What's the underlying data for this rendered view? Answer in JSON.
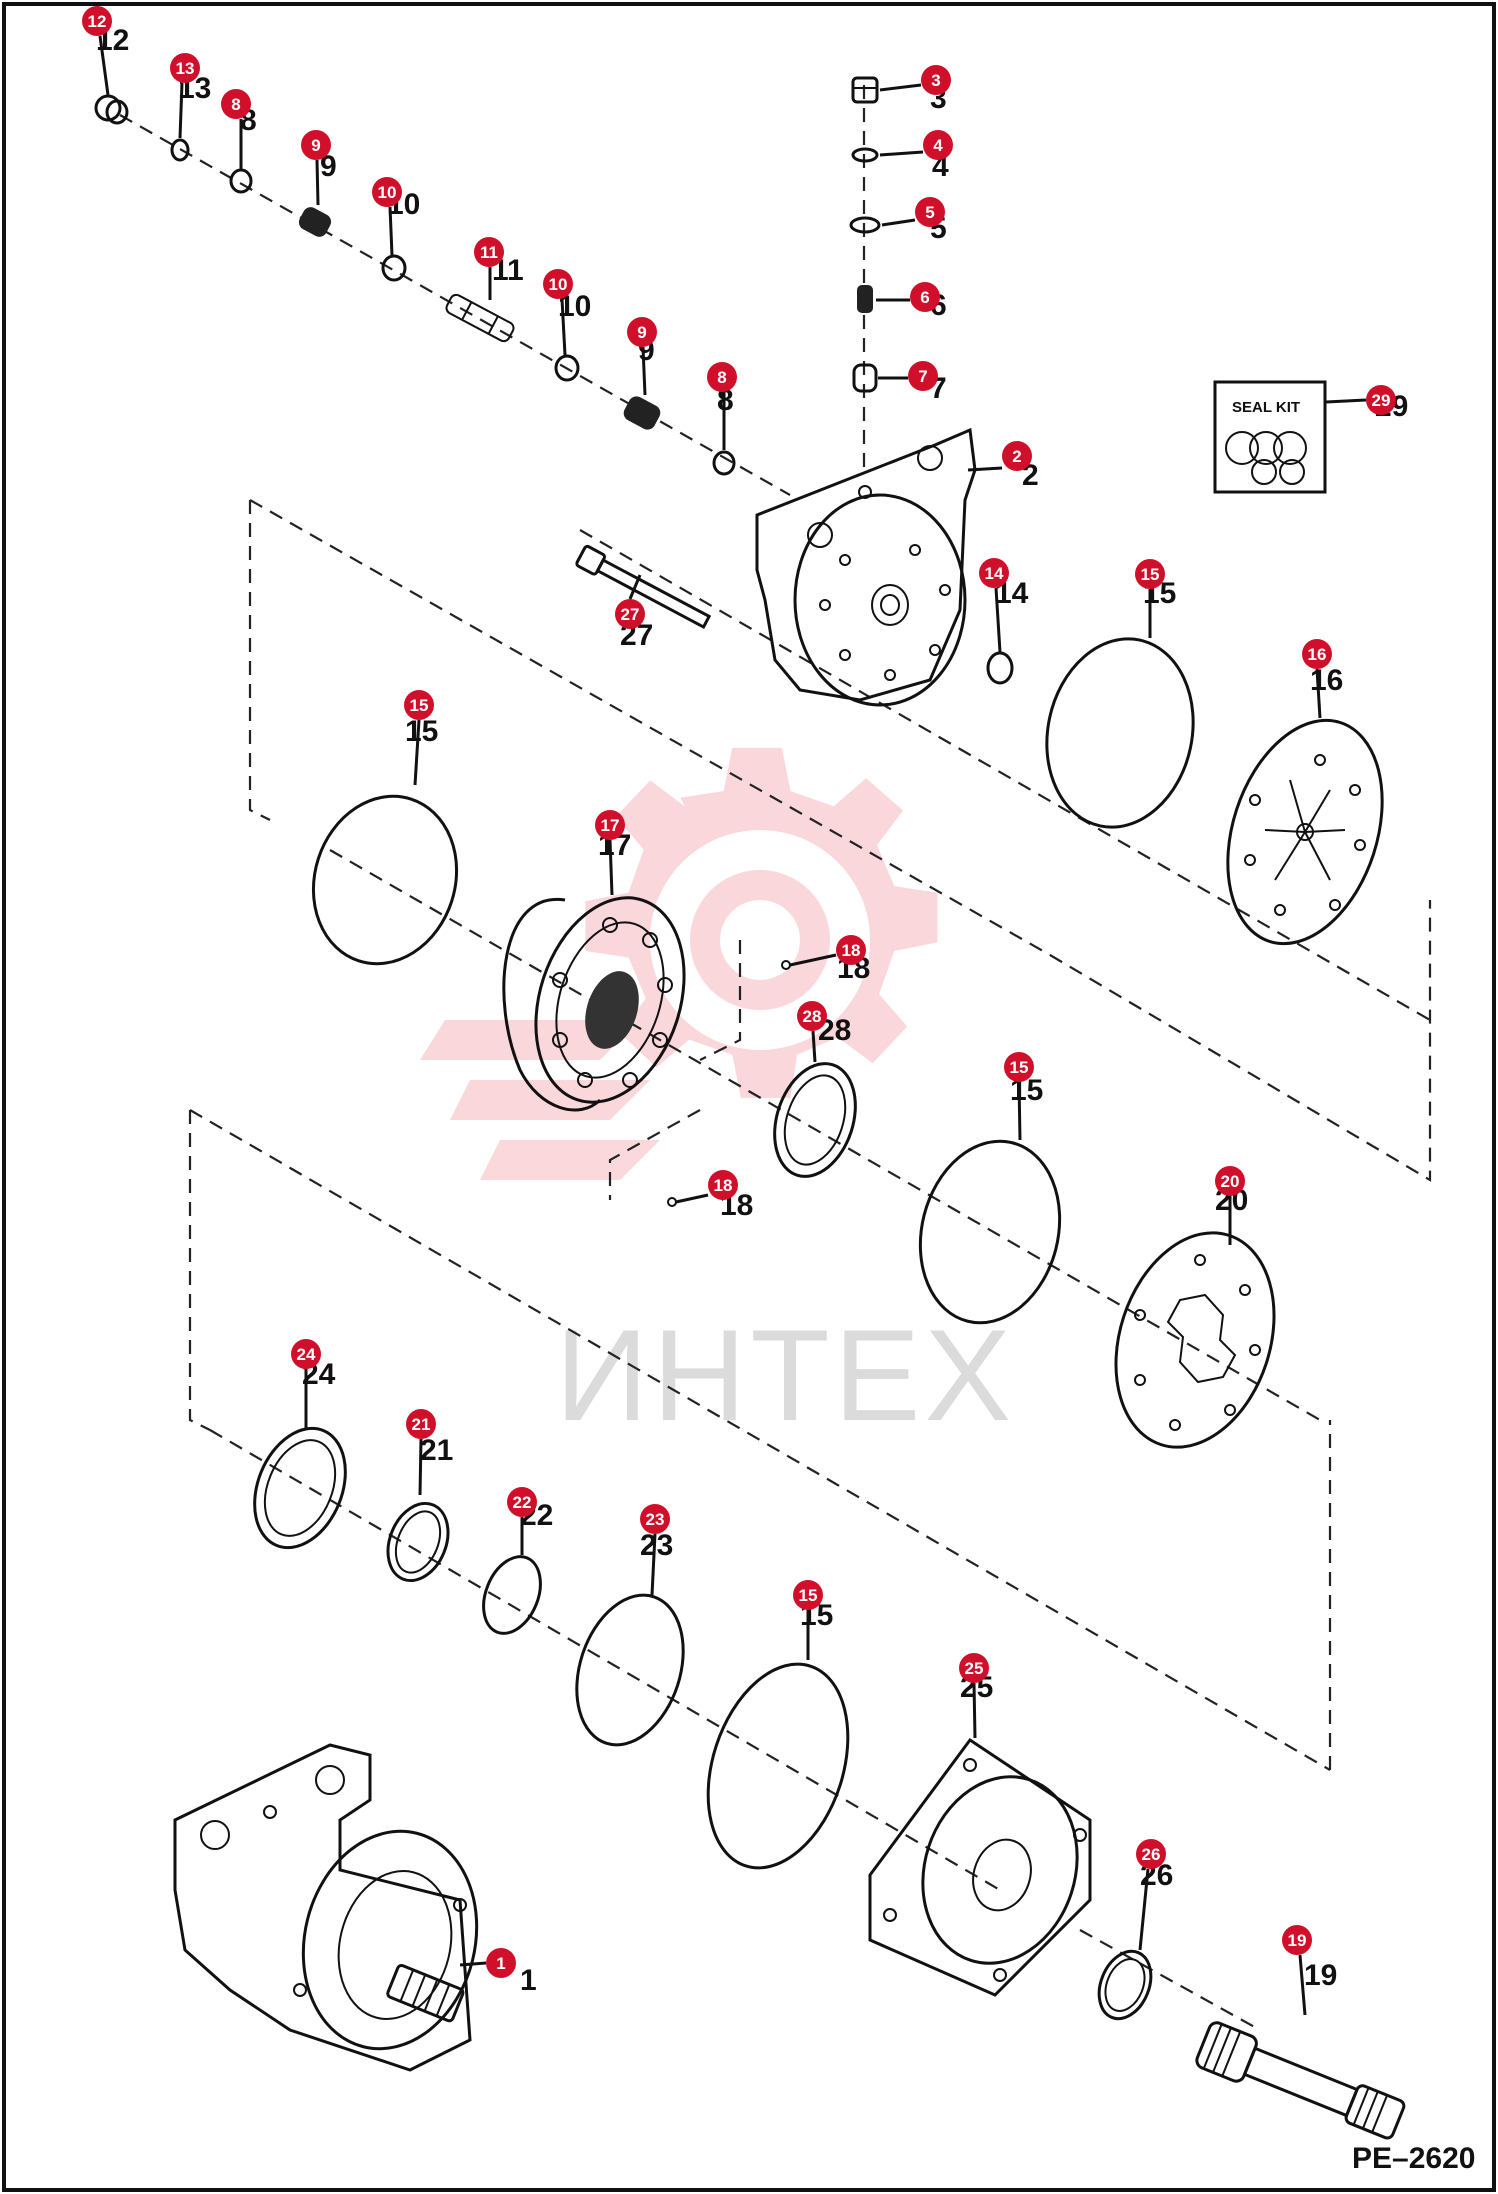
{
  "diagram": {
    "drawing_code": "PE–2620",
    "watermark_text": "ИНТЕХ",
    "seal_kit_label": "SEAL KIT",
    "badge_color": "#d0102a",
    "parts": [
      {
        "num": "1",
        "badge": "1"
      },
      {
        "num": "2",
        "badge": "2"
      },
      {
        "num": "3",
        "badge": "3"
      },
      {
        "num": "4",
        "badge": "4"
      },
      {
        "num": "5",
        "badge": "5"
      },
      {
        "num": "6",
        "badge": "6"
      },
      {
        "num": "7",
        "badge": "7"
      },
      {
        "num": "8",
        "badge": "8"
      },
      {
        "num": "8",
        "badge": "8"
      },
      {
        "num": "9",
        "badge": "9"
      },
      {
        "num": "9",
        "badge": "9"
      },
      {
        "num": "10",
        "badge": "10"
      },
      {
        "num": "10",
        "badge": "10"
      },
      {
        "num": "11",
        "badge": "11"
      },
      {
        "num": "12",
        "badge": "12"
      },
      {
        "num": "13",
        "badge": "13"
      },
      {
        "num": "14",
        "badge": "14"
      },
      {
        "num": "15",
        "badge": "15"
      },
      {
        "num": "15",
        "badge": "15"
      },
      {
        "num": "15",
        "badge": "15"
      },
      {
        "num": "15",
        "badge": "15"
      },
      {
        "num": "16",
        "badge": "16"
      },
      {
        "num": "17",
        "badge": "17"
      },
      {
        "num": "18",
        "badge": "18"
      },
      {
        "num": "18",
        "badge": "18"
      },
      {
        "num": "19",
        "badge": "19"
      },
      {
        "num": "20",
        "badge": "20"
      },
      {
        "num": "21",
        "badge": "21"
      },
      {
        "num": "22",
        "badge": "22"
      },
      {
        "num": "23",
        "badge": "23"
      },
      {
        "num": "24",
        "badge": "24"
      },
      {
        "num": "25",
        "badge": "25"
      },
      {
        "num": "26",
        "badge": "26"
      },
      {
        "num": "27",
        "badge": "27"
      },
      {
        "num": "28",
        "badge": "28"
      },
      {
        "num": "29",
        "badge": "29"
      }
    ]
  }
}
